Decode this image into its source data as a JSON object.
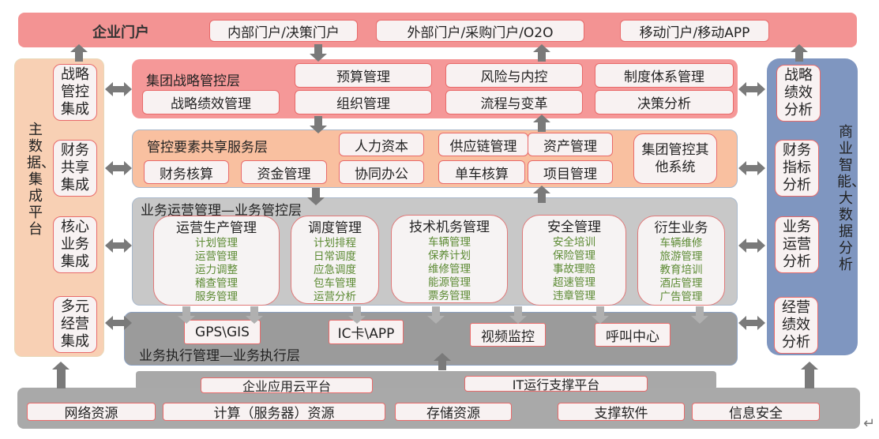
{
  "portal": {
    "title": "企业门户",
    "items": [
      "内部门户/决策门户",
      "外部门户/采购门户/O2O",
      "移动门户/移动APP"
    ]
  },
  "left_column": {
    "title": "主数据、集成平台",
    "items": [
      "战略管控集成",
      "财务共享集成",
      "核心业务集成",
      "多元经营集成"
    ]
  },
  "right_column": {
    "title": "商业智能、大数据分析",
    "items": [
      "战略绩效分析",
      "财务指标分析",
      "业务运营分析",
      "经营绩效分析"
    ]
  },
  "strategy_layer": {
    "title": "集团战略管控层",
    "items": [
      "战略绩效管理",
      "预算管理",
      "风险与内控",
      "制度体系管理",
      "组织管理",
      "流程与变革",
      "决策分析"
    ]
  },
  "shared_layer": {
    "title": "管控要素共享服务层",
    "items": [
      "财务核算",
      "资金管理",
      "人力资本",
      "协同办公",
      "供应链管理",
      "单车核算",
      "资产管理",
      "项目管理",
      "集团管控其他系统"
    ]
  },
  "operations_layer": {
    "title": "业务运营管理—业务管控层",
    "modules": [
      {
        "title": "运营生产管理",
        "items": [
          "计划管理",
          "运营管理",
          "运力调整",
          "稽查管理",
          "服务管理"
        ]
      },
      {
        "title": "调度管理",
        "items": [
          "计划排程",
          "日常调度",
          "应急调度",
          "包车管理",
          "运营分析"
        ]
      },
      {
        "title": "技术机务管理",
        "items": [
          "车辆管理",
          "保养计划",
          "维修管理",
          "能源管理",
          "票务管理"
        ]
      },
      {
        "title": "安全管理",
        "items": [
          "安全培训",
          "保险管理",
          "事故理赔",
          "超速管理",
          "违章管理"
        ]
      },
      {
        "title": "衍生业务",
        "items": [
          "车辆维修",
          "旅游管理",
          "教育培训",
          "酒店管理",
          "广告管理"
        ]
      }
    ]
  },
  "execution_layer": {
    "title": "业务执行管理—业务执行层",
    "items": [
      "GPS\\GIS",
      "IC卡\\APP",
      "视频监控",
      "呼叫中心"
    ]
  },
  "platform_layer": {
    "items": [
      "企业应用云平台",
      "IT运行支撑平台"
    ]
  },
  "infrastructure_layer": {
    "items": [
      "网络资源",
      "计算（服务器）资源",
      "存储资源",
      "支撑软件",
      "信息安全"
    ]
  },
  "colors": {
    "portal_bg": "#f39393",
    "strategy_bg": "#f59898",
    "shared_bg": "#f9c0a0",
    "operations_bg": "#c8c8c8",
    "execution_bg": "#9b9b9b",
    "infra_bg": "#a9a9a9",
    "left_bg": "#f8d0b4",
    "right_bg": "#7f96c0",
    "arrow": "#7a7a7a",
    "subitem_text": "#5b8a32"
  },
  "paragraph_mark": "↵"
}
